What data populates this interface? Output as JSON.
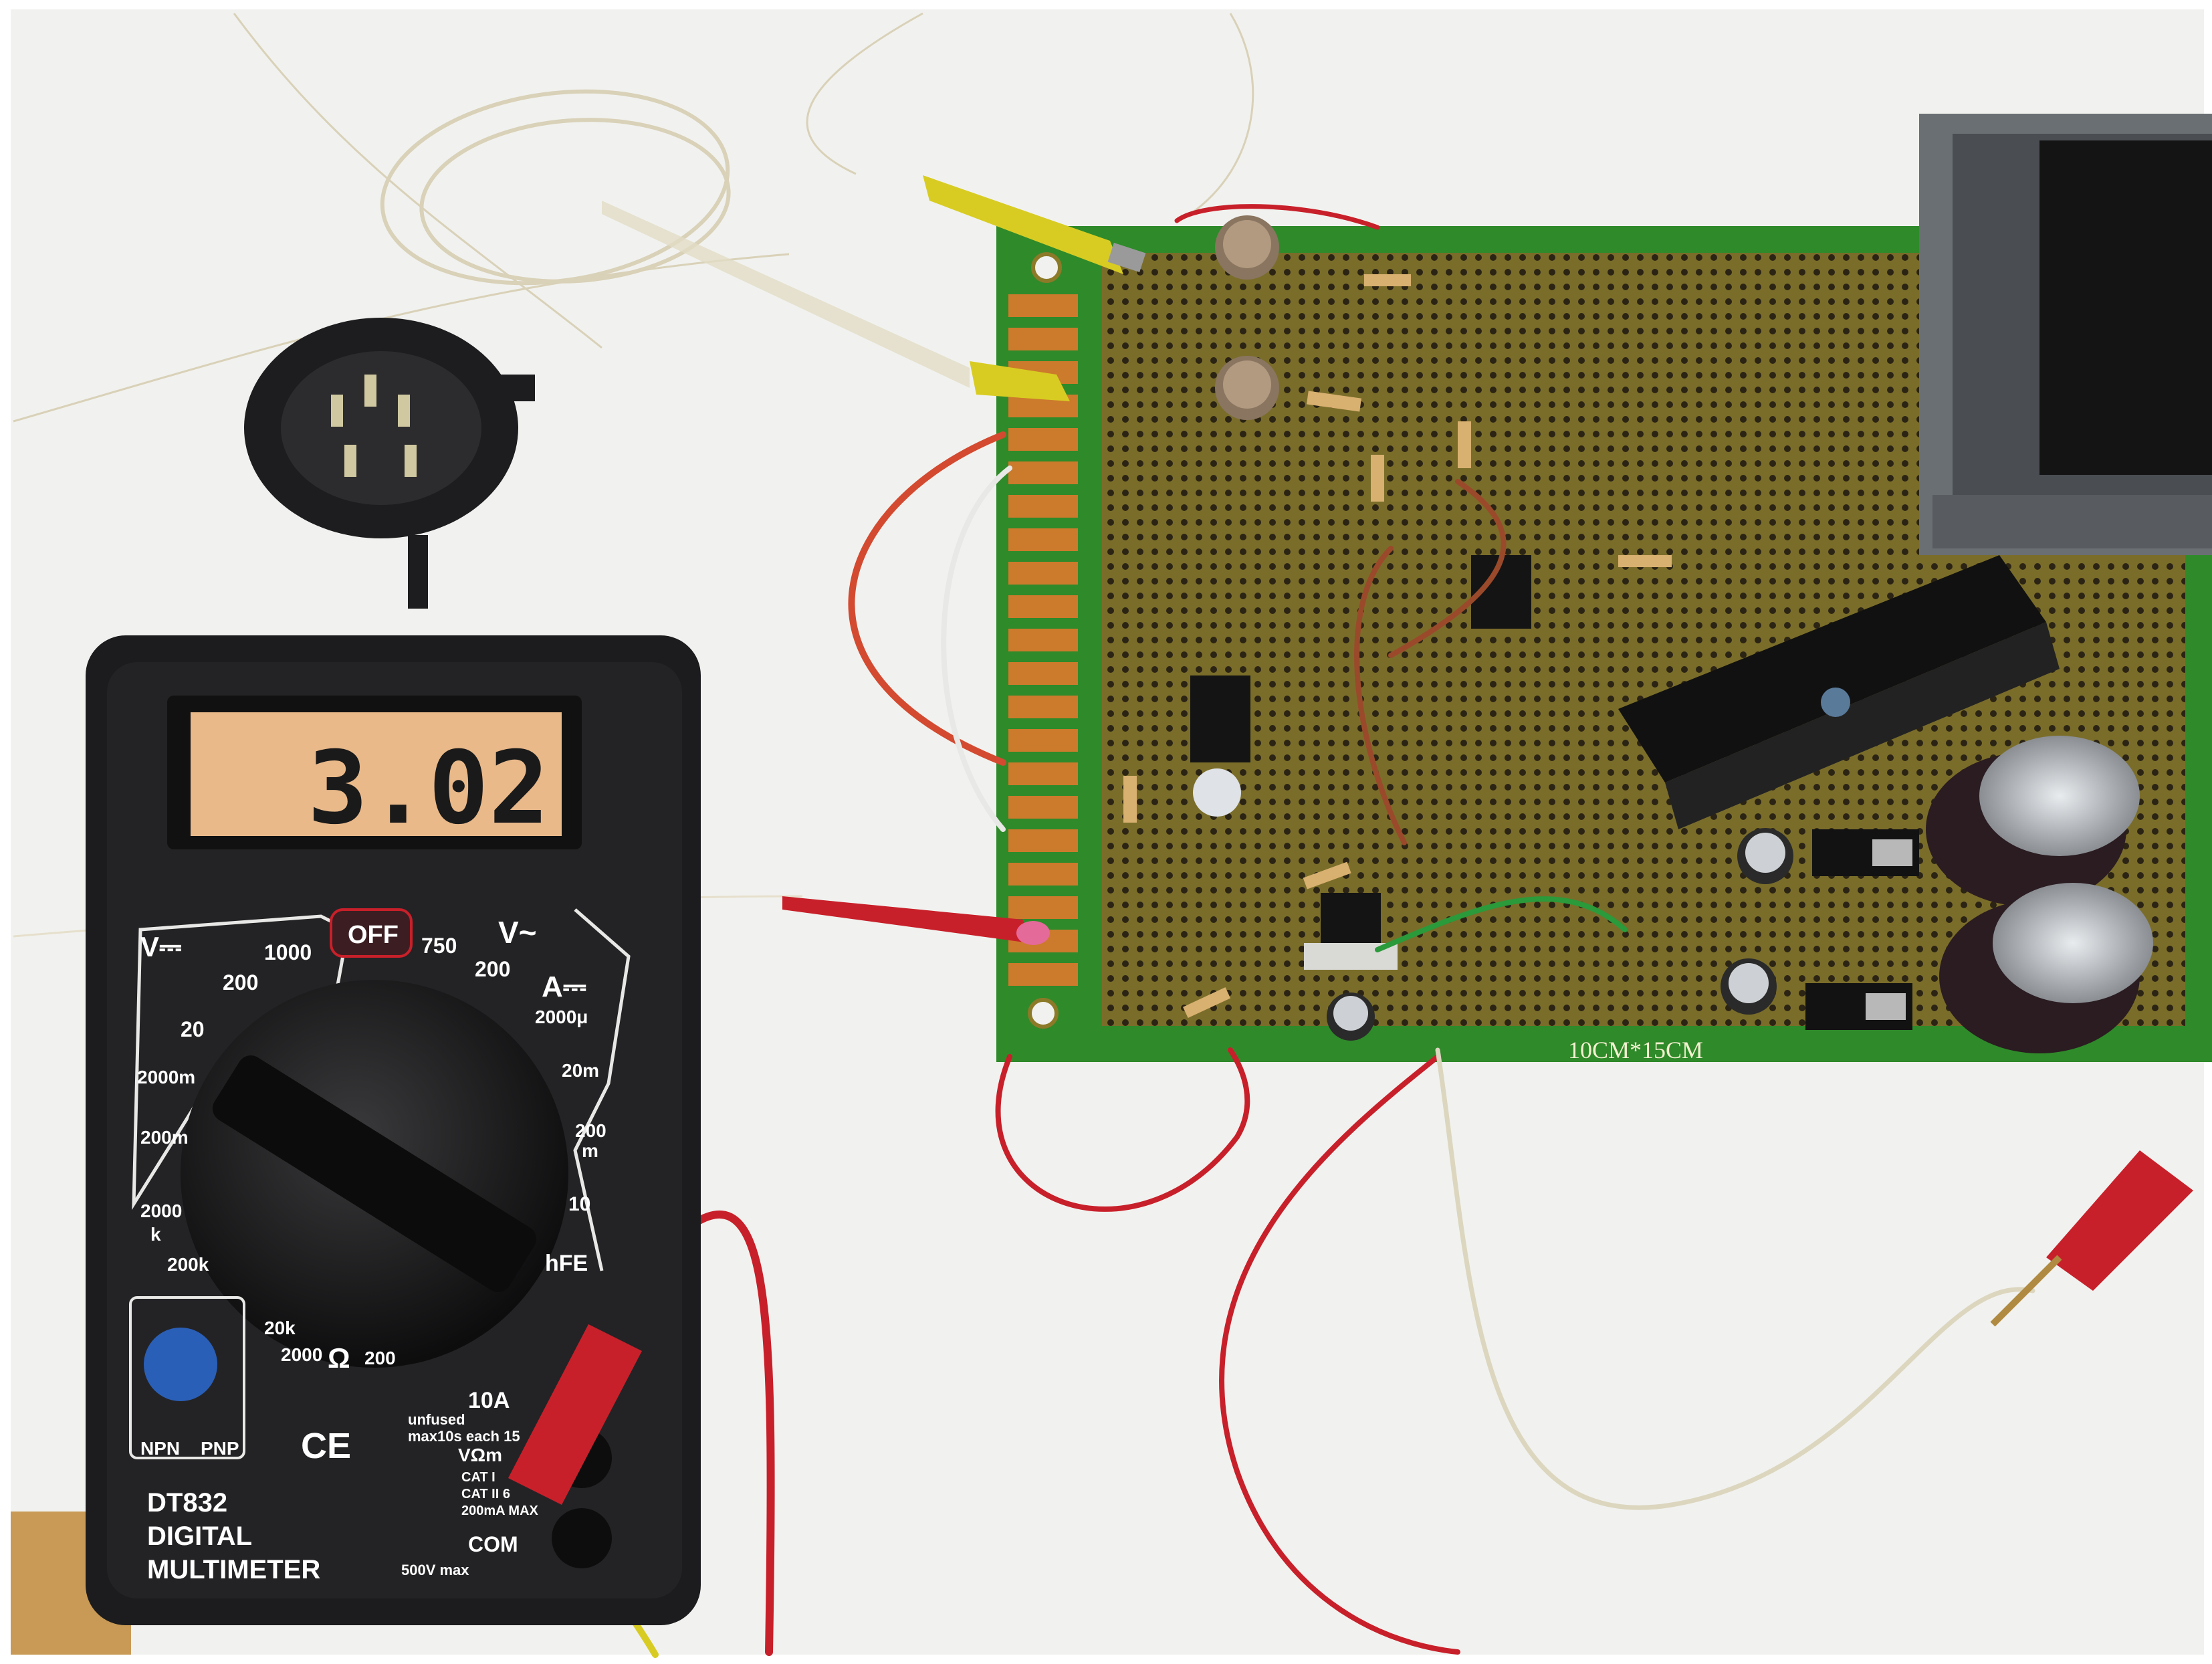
{
  "multimeter": {
    "display_reading": "3.02",
    "model": "DT832",
    "brand_line1": "DIGITAL",
    "brand_line2": "MULTIMETER",
    "dial_labels": {
      "v_dc": "V⎓",
      "off": "OFF",
      "v_ac": "V~",
      "a_dc": "A⎓",
      "v1000": "1000",
      "v200": "200",
      "v20": "20",
      "v2000m": "2000m",
      "v200m": "200m",
      "r2000k": "2000",
      "r2000k_k": "k",
      "r200k": "200k",
      "r20k": "20k",
      "r2000": "2000",
      "ohm": "Ω",
      "r200": "200",
      "vac750": "750",
      "vac200": "200",
      "a2000u": "2000μ",
      "a200m_top": "200",
      "a200m_bot": "m",
      "a20m": "20m",
      "a10": "10",
      "hfe": "hFE",
      "npn": "NPN",
      "pnp": "PNP",
      "ce": "CE"
    },
    "jack_labels": {
      "a10": "10A",
      "unfused": "unfused",
      "max10s": "max10s each 15",
      "vohm": "VΩm",
      "cat1": "CAT I",
      "cat2": "CAT II 6",
      "ma200": "200mA MAX",
      "com": "COM",
      "v500": "500V max"
    }
  },
  "pcb": {
    "size_label": "10CM*15CM"
  },
  "colors": {
    "background": "#f3f3f1",
    "multimeter_body": "#1c1c1e",
    "lcd": "#e9b98a",
    "pcb_green": "#2f8a2a",
    "pcb_copper": "#8c7a28",
    "wire_red": "#c8202a",
    "probe_yellow": "#d8cc22",
    "heatsink": "#151515"
  }
}
